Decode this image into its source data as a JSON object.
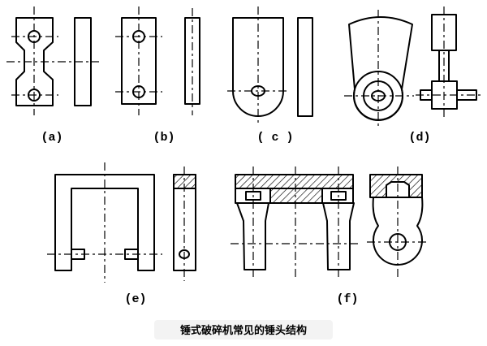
{
  "caption": "锤式破碎机常见的锤头结构",
  "figures": {
    "a": {
      "label": "(a)"
    },
    "b": {
      "label": "(b)"
    },
    "c": {
      "label": "( c )"
    },
    "d": {
      "label": "(d)"
    },
    "e": {
      "label": "(e)"
    },
    "f": {
      "label": "(f)"
    }
  },
  "colors": {
    "line": "#000000",
    "background": "#ffffff",
    "caption_background": "#f3f3f3"
  }
}
